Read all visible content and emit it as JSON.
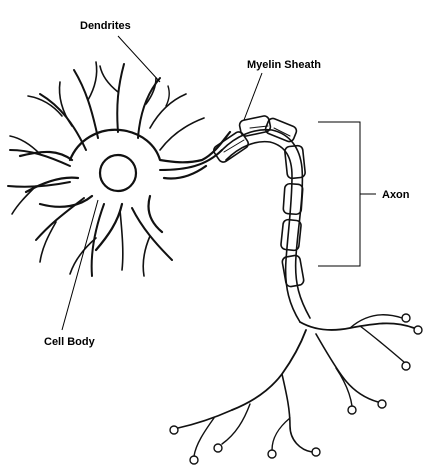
{
  "labels": {
    "dendrites": "Dendrites",
    "myelin_sheath": "Myelin Sheath",
    "axon": "Axon",
    "cell_body": "Cell Body"
  },
  "colors": {
    "ink": "#111111",
    "background": "#ffffff"
  }
}
